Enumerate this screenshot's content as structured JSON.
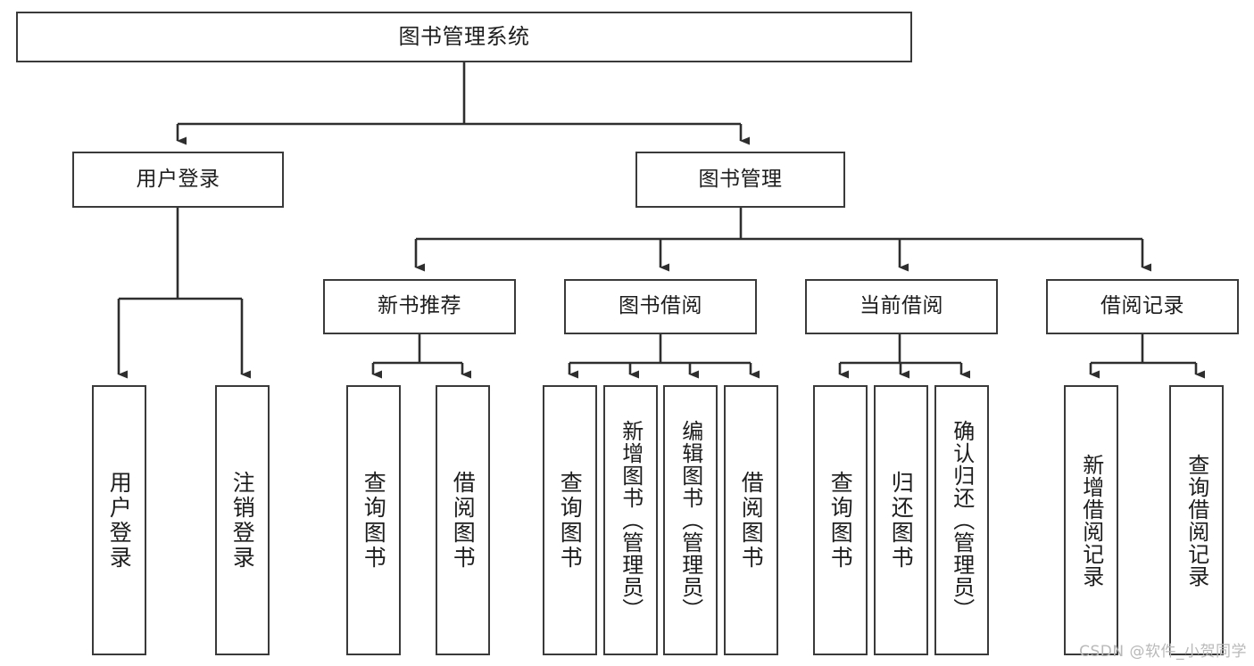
{
  "diagram": {
    "title": "图书管理系统",
    "type": "tree",
    "colors": {
      "box_border": "#3a3a3a",
      "box_fill": "#ffffff",
      "edge": "#2e2e2e",
      "text": "#1d1d1d",
      "watermark": "#b9b9b9"
    },
    "root": {
      "label": "图书管理系统"
    },
    "level2": [
      {
        "label": "用户登录"
      },
      {
        "label": "图书管理"
      }
    ],
    "level3": [
      {
        "label": "新书推荐"
      },
      {
        "label": "图书借阅"
      },
      {
        "label": "当前借阅"
      },
      {
        "label": "借阅记录"
      }
    ],
    "leaves": {
      "user_login": [
        {
          "label": "用户登录"
        },
        {
          "label": "注销登录"
        }
      ],
      "new_book_recommend": [
        {
          "label": "查询图书"
        },
        {
          "label": "借阅图书"
        }
      ],
      "book_borrow": [
        {
          "label": "查询图书"
        },
        {
          "label": "新增图书（管理员）"
        },
        {
          "label": "编辑图书（管理员）"
        },
        {
          "label": "借阅图书"
        }
      ],
      "current_borrow": [
        {
          "label": "查询图书"
        },
        {
          "label": "归还图书"
        },
        {
          "label": "确认归还（管理员）"
        }
      ],
      "borrow_record": [
        {
          "label": "新增借阅记录"
        },
        {
          "label": "查询借阅记录"
        }
      ]
    }
  },
  "watermark": {
    "text": "CSDN @软件_小贺同学"
  }
}
